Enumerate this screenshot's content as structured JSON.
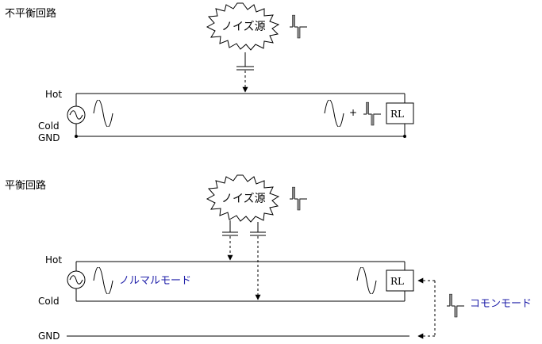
{
  "unbalanced": {
    "title": "不平衡回路",
    "noise_label": "ノイズ源",
    "hot": "Hot",
    "cold": "Cold",
    "gnd": "GND",
    "plus": "+",
    "load": "RL"
  },
  "balanced": {
    "title": "平衡回路",
    "noise_label": "ノイズ源",
    "hot": "Hot",
    "cold": "Cold",
    "gnd": "GND",
    "normal_mode": "ノルマルモード",
    "load": "RL",
    "common_mode": "コモンモード"
  }
}
